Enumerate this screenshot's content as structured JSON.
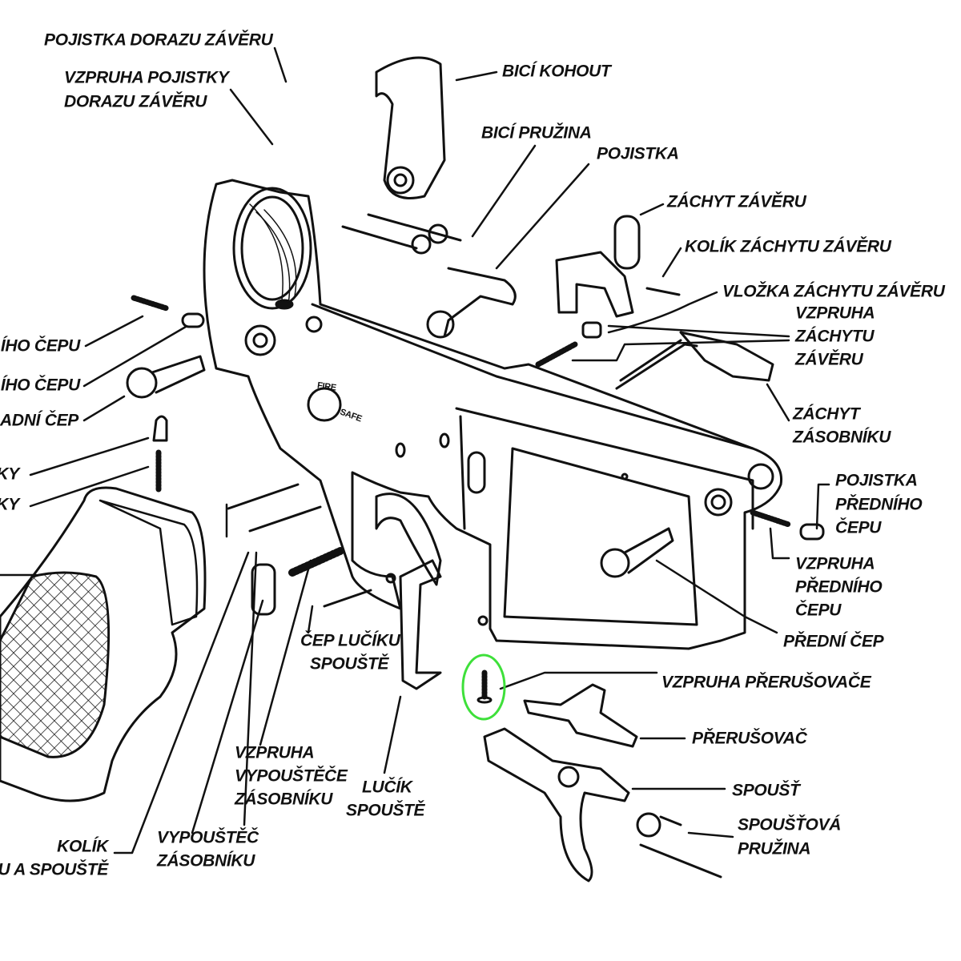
{
  "labels": {
    "bolt_catch_plunger": "POJISTKA DORAZU ZÁVĚRU",
    "bolt_catch_plunger_spring": [
      "VZPRUHA POJISTKY",
      "DORAZU ZÁVĚRU"
    ],
    "hammer": "BICÍ KOHOUT",
    "hammer_spring": "BICÍ PRUŽINA",
    "safety": "POJISTKA",
    "bolt_catch": "ZÁCHYT ZÁVĚRU",
    "bolt_catch_pin": "KOLÍK ZÁCHYTU ZÁVĚRU",
    "bolt_catch_buffer": "VLOŽKA ZÁCHYTU ZÁVĚRU",
    "bolt_catch_spring": [
      "VZPRUHA",
      "ZÁCHYTU",
      "ZÁVĚRU"
    ],
    "magazine_catch": [
      "ZÁCHYT",
      "ZÁSOBNÍKU"
    ],
    "left_cut_1": "ÍHO ČEPU",
    "left_cut_2": "ÍHO ČEPU",
    "left_cut_3": "ADNÍ ČEP",
    "left_cut_4": "KY",
    "left_cut_5": "KY",
    "front_pin_detent": [
      "POJISTKA",
      "PŘEDNÍHO",
      "ČEPU"
    ],
    "front_pin_spring": [
      "VZPRUHA",
      "PŘEDNÍHO",
      "ČEPU"
    ],
    "front_pin": "PŘEDNÍ ČEP",
    "disconnector_spring": "VZPRUHA PŘERUŠOVAČE",
    "disconnector": "PŘERUŠOVAČ",
    "trigger": "SPOUŠŤ",
    "trigger_spring": [
      "SPOUŠŤOVÁ",
      "PRUŽINA"
    ],
    "trigger_guard_pin": [
      "ČEP LUČÍKU",
      "SPOUŠTĚ"
    ],
    "mag_release_spring": [
      "VZPRUHA",
      "VYPOUŠTĚČE",
      "ZÁSOBNÍKU"
    ],
    "trigger_guard": [
      "LUČÍK",
      "SPOUŠTĚ"
    ],
    "mag_release": [
      "VYPOUŠTĚČ",
      "ZÁSOBNÍKU"
    ],
    "hammer_trigger_pin": [
      "KOLÍK",
      "U A SPOUŠTĚ"
    ],
    "selector_fire": "FIRE",
    "selector_safe": "SAFE"
  },
  "colors": {
    "ink": "#111111",
    "highlight": "#3ee03a"
  }
}
